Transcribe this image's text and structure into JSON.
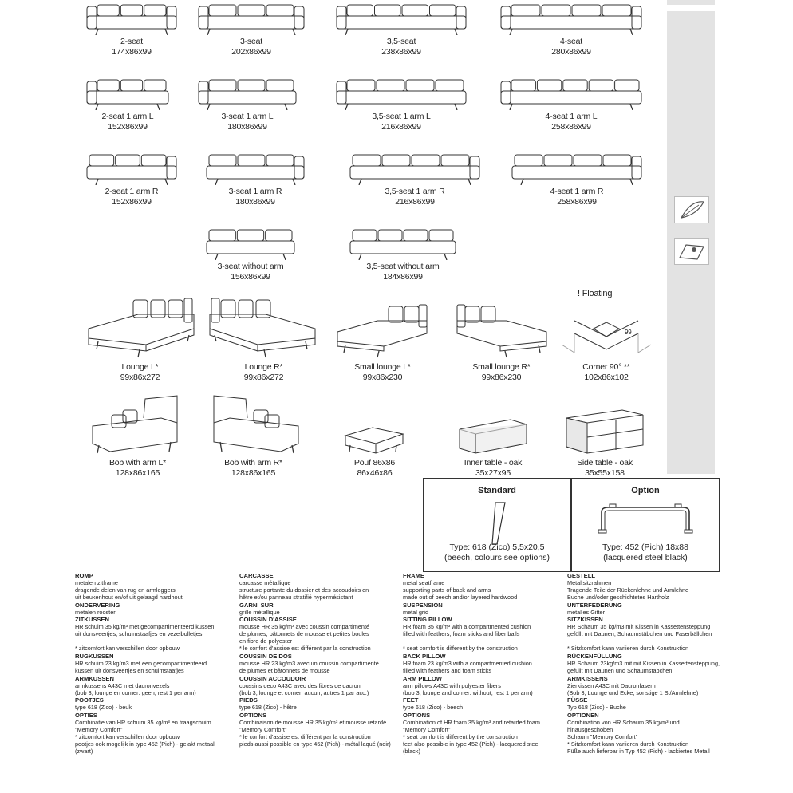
{
  "sofas": [
    {
      "id": "r1-1",
      "label": "2-seat",
      "dims": "174x86x99"
    },
    {
      "id": "r1-2",
      "label": "3-seat",
      "dims": "202x86x99"
    },
    {
      "id": "r1-3",
      "label": "3,5-seat",
      "dims": "238x86x99"
    },
    {
      "id": "r1-4",
      "label": "4-seat",
      "dims": "280x86x99"
    },
    {
      "id": "r2-1",
      "label": "2-seat 1 arm L",
      "dims": "152x86x99"
    },
    {
      "id": "r2-2",
      "label": "3-seat 1 arm L",
      "dims": "180x86x99"
    },
    {
      "id": "r2-3",
      "label": "3,5-seat 1 arm L",
      "dims": "216x86x99"
    },
    {
      "id": "r2-4",
      "label": "4-seat 1 arm L",
      "dims": "258x86x99"
    },
    {
      "id": "r3-1",
      "label": "2-seat 1 arm R",
      "dims": "152x86x99"
    },
    {
      "id": "r3-2",
      "label": "3-seat 1 arm R",
      "dims": "180x86x99"
    },
    {
      "id": "r3-3",
      "label": "3,5-seat 1 arm R",
      "dims": "216x86x99"
    },
    {
      "id": "r3-4",
      "label": "4-seat 1 arm R",
      "dims": "258x86x99"
    },
    {
      "id": "r4-1",
      "label": "3-seat without arm",
      "dims": "156x86x99"
    },
    {
      "id": "r4-2",
      "label": "3,5-seat without arm",
      "dims": "184x86x99"
    },
    {
      "id": "r5-1",
      "label": "Lounge L*",
      "dims": "99x86x272"
    },
    {
      "id": "r5-2",
      "label": "Lounge R*",
      "dims": "99x86x272"
    },
    {
      "id": "r5-3",
      "label": "Small lounge L*",
      "dims": "99x86x230"
    },
    {
      "id": "r5-4",
      "label": "Small lounge R*",
      "dims": "99x86x230"
    },
    {
      "id": "r5-5",
      "label": "Corner 90° **",
      "dims": "102x86x102"
    },
    {
      "id": "r6-1",
      "label": "Bob with arm L*",
      "dims": "128x86x165"
    },
    {
      "id": "r6-2",
      "label": "Bob with arm R*",
      "dims": "128x86x165"
    },
    {
      "id": "r6-3",
      "label": "Pouf 86x86",
      "dims": "86x46x86"
    },
    {
      "id": "r6-4",
      "label": "Inner table - oak",
      "dims": "35x27x95"
    },
    {
      "id": "r6-5",
      "label": "Side table - oak",
      "dims": "35x55x158"
    }
  ],
  "floating": {
    "label": "! Floating",
    "dim": "99"
  },
  "feet": {
    "standard": {
      "title": "Standard",
      "line1": "Type: 618 (Zico) 5,5x20,5",
      "line2": "(beech, colours see options)"
    },
    "option": {
      "title": "Option",
      "line1": "Type: 452 (Pich) 18x88",
      "line2": "(lacquered steel black)"
    }
  },
  "specs": [
    {
      "lang": "nl",
      "sections": [
        {
          "h": "ROMP",
          "t": "metalen zitframe\ndragende delen van rug en armleggers\nuit beukenhout en/of uit gelaagd hardhout"
        },
        {
          "h": "ONDERVERING",
          "t": "metalen rooster"
        },
        {
          "h": "ZITKUSSEN",
          "t": "HR schuim 35 kg/m³ met gecompartimenteerd kussen\nuit donsveertjes, schuimstaafjes en vezelbolletjes\n\n* zitcomfort kan verschillen door opbouw"
        },
        {
          "h": "RUGKUSSEN",
          "t": "HR schuim 23 kg/m3 met een gecompartimenteerd\nkussen uit donsveertjes en schuimstaafjes"
        },
        {
          "h": "ARMKUSSEN",
          "t": "armkussens A43C met dacronvezels\n(bob 3, lounge en corner: geen, rest 1 per arm)"
        },
        {
          "h": "POOTJES",
          "t": "type 618 (Zico) - beuk"
        },
        {
          "h": "OPTIES",
          "t": "Combinatie van HR schuim 35 kg/m³ en traagschuim\n\"Memory Comfort\"\n* zitcomfort kan verschillen door opbouw\npootjes ook mogelijk in type 452 (Pich) - gelakt metaal (zwart)"
        }
      ]
    },
    {
      "lang": "fr",
      "sections": [
        {
          "h": "CARCASSE",
          "t": "carcasse métallique\nstructure portante du dossier et des accoudoirs en\nhêtre et/ou panneau stratifié hypermésistant"
        },
        {
          "h": "GARNI SUR",
          "t": "grille métallique"
        },
        {
          "h": "COUSSIN D'ASSISE",
          "t": "mousse HR 35 kg/m³ avec coussin compartimenté\nde plumes, bâtonnets de mousse et petites boules\nen fibre de polyester\n* le confort d'assise est différent par la construction"
        },
        {
          "h": "COUSSIN DE DOS",
          "t": "mousse HR 23 kg/m3 avec un coussin compartimenté\nde plumes et bâtonnets de mousse"
        },
        {
          "h": "COUSSIN ACCOUDOIR",
          "t": "coussins deco A43C avec des fibres de dacron\n(bob 3, lounge et corner: aucun, autres 1 par acc.)"
        },
        {
          "h": "PIEDS",
          "t": "type 618 (Zico) - hêtre"
        },
        {
          "h": "OPTIONS",
          "t": "Combinaison de mousse HR 35 kg/m³ et mousse retardé\n\"Memory Comfort\"\n* le confort d'assise est différent par la construction\npieds aussi possible en type 452 (Pich) - métal laqué (noir)"
        }
      ]
    },
    {
      "lang": "en",
      "sections": [
        {
          "h": "FRAME",
          "t": "metal seatframe\nsupporting parts of back and arms\nmade out of beech and/or layered hardwood"
        },
        {
          "h": "SUSPENSION",
          "t": "metal grid"
        },
        {
          "h": "SITTING PILLOW",
          "t": "HR foam 35 kg/m³ with a compartmented cushion\nfilled with feathers, foam sticks and fiber balls\n\n* seat comfort is different by the construction"
        },
        {
          "h": "BACK PILLOW",
          "t": "HR foam 23 kg/m3 with a compartmented cushion\nfilled with feathers and foam sticks"
        },
        {
          "h": "ARM PILLOW",
          "t": "arm pillows A43C with polyester fibers\n(bob 3, lounge and corner: without, rest 1 per arm)"
        },
        {
          "h": "FEET",
          "t": "type 618 (Zico) - beech"
        },
        {
          "h": "OPTIONS",
          "t": "Combination of HR foam 35 kg/m³ and retarded foam\n\"Memory Comfort\"\n* seat comfort is different by the construction\nfeet also possible in type 452 (Pich) - lacquered steel (black)"
        }
      ]
    },
    {
      "lang": "de",
      "sections": [
        {
          "h": "GESTELL",
          "t": "Metallsitzrahmen\nTragende Teile der Rückenlehne und Armlehne\nBuche und/oder geschichtetes Hartholz"
        },
        {
          "h": "UNTERFEDERUNG",
          "t": "metalles Gitter"
        },
        {
          "h": "SITZKISSEN",
          "t": "HR Schaum 35 kg/m3 mit Kissen in Kassettensteppung\ngefüllt mit Daunen, Schaumstäbchen und Faserbällchen\n\n* Sitzkomfort kann variieren durch Konstruktion"
        },
        {
          "h": "RÜCKENFÜLLUNG",
          "t": "HR Schaum 23kg/m3 mit mit Kissen in Kassettensteppung,\ngefüllt mit Daunen und Schaumstäbchen"
        },
        {
          "h": "ARMKISSENS",
          "t": "Zierkissen A43C mit Dacronfasern\n(Bob 3, Lounge und Ecke, sonstige 1 St/Armlehne)"
        },
        {
          "h": "FÜSSE",
          "t": "Typ 618 (Zico) - Buche"
        },
        {
          "h": "OPTIONEN",
          "t": "Combination von HR Schaum 35 kg/m³ und hinausgeschoben\nSchaum \"Memory Comfort\"\n* Sitzkomfort kann variieren durch Konstruktion\nFüße auch lieferbar in Typ 452 (Pich) - lackiertes Metall"
        }
      ]
    }
  ]
}
